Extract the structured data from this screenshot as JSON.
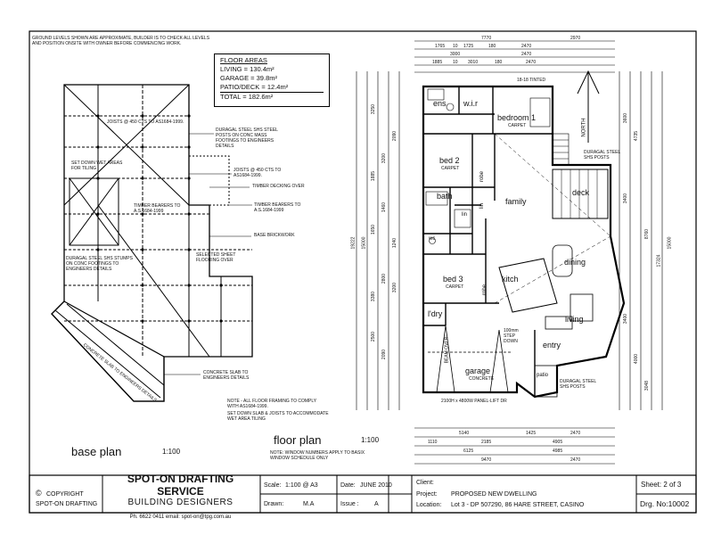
{
  "notes": {
    "ground_levels": "GROUND LEVELS SHOWN ARE APPROXIMATE, BUILDER IS TO CHECK ALL LEVELS AND POSITION ONSITE WITH OWNER BEFORE COMMENCING WORK.",
    "framing": "NOTE - ALL FLOOR FRAMING TO COMPLY WITH AS1684-1999.",
    "set_down": "SET DOWN SLAB & JOISTS TO ACCOMMODATE WET AREA TILING",
    "window": "NOTE: WINDOW NUMBERS APPLY TO BASIX WINDOW SCHEDULE ONLY"
  },
  "floor_areas": {
    "title": "FLOOR AREAS",
    "living": "LIVING   =   130.4m²",
    "garage": "GARAGE   =    39.8m²",
    "patio": "PATIO/DECK  =   12.4m²",
    "total": "TOTAL   =   182.6m²"
  },
  "base_plan": {
    "joists_450": "JOISTS @ 450 CTS TO AS1684-1999.",
    "set_down_wet": "SET DOWN WET AREAS FOR TILING",
    "timber_bearers": "TIMBER BEARERS TO A.S.1684-1999",
    "duragal_stumps": "DURAGAL STEEL SHS STUMPS ON CONC FOOTINGS TO ENGINEERS DETAILS",
    "selected_sheet": "SELECTED SHEET FLOORING OVER",
    "concrete_slab_diag": "CONCRETE SLAB TO ENGINEERS DETAILS",
    "duragal_posts": "DURAGAL STEEL SHS STEEL POSTS ON CONC MASS FOOTINGS TO ENGINEERS DETAILS",
    "joists_450_b": "JOISTS @ 450 CTS TO AS1684-1999.",
    "timber_decking": "TIMBER DECKING OVER",
    "timber_bearers_b": "TIMBER BEARERS TO A.S.1684-1999",
    "base_brickwork": "BASE BRICKWORK",
    "concrete_slab": "CONCRETE SLAB TO ENGINEERS DETAILS"
  },
  "floor_plan": {
    "rooms": {
      "ens": "ens",
      "wir": "w.i.r",
      "bedroom1": "bedroom 1",
      "carpet1": "CARPET",
      "bed2": "bed 2",
      "carpet2": "CARPET",
      "robe1": "robe",
      "bath": "bath",
      "lin": "lin",
      "lin2": "lin",
      "wc": "wc",
      "family": "family",
      "deck": "deck",
      "dining": "dining",
      "bed3": "bed 3",
      "carpet3": "CARPET",
      "robe2": "robe",
      "kitch": "kitch",
      "living": "living",
      "ldry": "l'dry",
      "entry": "entry",
      "garage": "garage",
      "concrete": "CONCRETE",
      "patio": "patio",
      "north": "NORTH",
      "tinted": "18-18 TINTED",
      "beam_over": "BEAM OVER",
      "step_down": "100mm STEP DOWN",
      "panel_door": "2100H x 4800W PANEL-LIFT DR",
      "duragal_deck": "DURAGAL STEEL SHS POSTS",
      "duragal_patio": "DURAGAL STEEL SHS POSTS"
    },
    "dims_top_total": "7770",
    "dims_top_a": [
      "1765",
      "10",
      "1725",
      "180",
      "2470"
    ],
    "dims_top_b": [
      "3000",
      "2470"
    ],
    "dims_top_c": [
      "1885",
      "10",
      "3010",
      "180",
      "2470"
    ],
    "dim_2970": "2970",
    "dims_bottom_a": [
      "5140",
      "1425",
      "2470"
    ],
    "dims_bottom_b": [
      "1110",
      "2185",
      "4905"
    ],
    "dims_bottom_c": [
      "6125",
      "4985"
    ],
    "dims_bottom_d": [
      "9470",
      "2470"
    ],
    "dims_left": [
      "19222",
      "15000",
      "3250",
      "3200",
      "2090",
      "1885",
      "1460",
      "1650",
      "1240",
      "2800",
      "3380",
      "3200",
      "2500",
      "2090"
    ],
    "dims_right": [
      "3600",
      "4735",
      "8760",
      "3400",
      "17324",
      "15000",
      "3400",
      "4000",
      "3048"
    ]
  },
  "labels": {
    "base_plan": "base plan",
    "base_scale": "1:100",
    "floor_plan": "floor plan",
    "floor_scale": "1:100"
  },
  "title_block": {
    "copyright": "COPYRIGHT",
    "copyright_by": "SPOT-ON DRAFTING",
    "company1": "SPOT-ON DRAFTING SERVICE",
    "company2": "BUILDING DESIGNERS",
    "contact": "Ph. 6622 0411   email: spot-on@tpg.com.au",
    "scale_label": "Scale:",
    "scale_value": "1:100 @ A3",
    "date_label": "Date:",
    "date_value": "JUNE 2010",
    "drawn_label": "Drawn:",
    "drawn_value": "M.A",
    "issue_label": "Issue :",
    "issue_value": "A",
    "client_label": "Client:",
    "client_value": "",
    "project_label": "Project:",
    "project_value": "PROPOSED NEW DWELLING",
    "location_label": "Location:",
    "location_value": "Lot 3 - DP 507290, 86 HARE STREET,  CASINO",
    "sheet": "Sheet:   2 of 3",
    "drawing_no": "Drg. No:10002"
  }
}
